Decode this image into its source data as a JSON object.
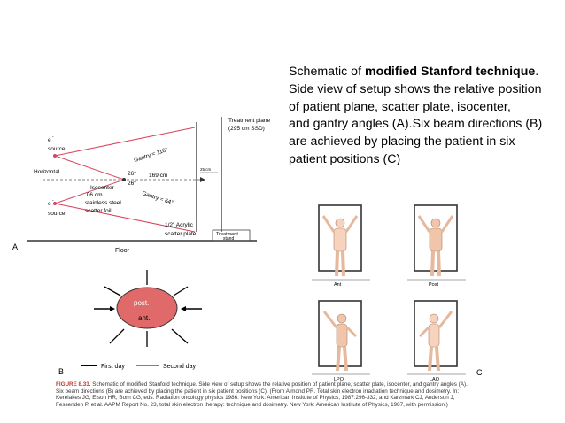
{
  "description": {
    "line1_prefix": "Schematic of ",
    "line1_bold": "modified Stanford technique",
    "line1_suffix": ".",
    "line2": "Side view of setup shows the relative position",
    "line3": "of patient plane, scatter plate, isocenter,",
    "line4": "and gantry angles (A).Six beam directions (B)",
    "line5": "are achieved by placing the patient in six",
    "line6": "patient positions (C)"
  },
  "panel_a": {
    "panel_label": "A",
    "e_top": "e",
    "e_top_sup": "-",
    "source_top": "source",
    "horizontal": "Horizontal",
    "angle_top": "26°",
    "angle_bottom": "26°",
    "distance": "169 cm",
    "gantry_top": "Gantry = 116°",
    "gantry_bottom": "Gantry = 64°",
    "isocenter": "Isocenter",
    "foil_1": ".06 cm",
    "foil_2": "stainless steel",
    "foil_3": "scatter foil",
    "e_bottom": "e",
    "e_bottom_sup": "-",
    "source_bottom": "source",
    "treatment_plane_1": "Treatment plane",
    "treatment_plane_2": "(295 cm SSD)",
    "gap": "25 cm",
    "acrylic_1": "1/2\" Acrylic",
    "acrylic_2": "scatter plate",
    "stand_1": "Treatment",
    "stand_2": "stand",
    "floor": "Floor"
  },
  "panel_b": {
    "panel_label": "B",
    "post": "post.",
    "ant": "ant.",
    "first_day": "First day",
    "second_day": "Second day"
  },
  "panel_c": {
    "panel_label": "C",
    "positions": [
      "Ant",
      "Post",
      "LPO",
      "LAO"
    ]
  },
  "caption": {
    "figure": "FIGURE 8.33.",
    "text": "Schematic of modified Stanford technique. Side view of setup shows the relative position of patient plane, scatter plate, isocenter, and gantry angles (A). Six beam directions (B) are achieved by placing the patient in six patient positions (C). (From Almond PR. Total skin electron irradiation technique and dosimetry. In: Kereiakes JG, Elson HR, Born CG, eds. Radiation oncology physics 1986. New York: American Institute of Physics, 1987:296-332; and Karzmark CJ, Anderson J, Fessenden P, et al. AAPM Report No. 23, total skin electron therapy: technique and dosimetry. New York: American Institute of Physics, 1987, with permission.)"
  },
  "colors": {
    "beam_line": "#d9455f",
    "body_fill": "#f7d3bd",
    "body_fill_b": "#e06a6a",
    "caption_fig": "#c0392b"
  }
}
